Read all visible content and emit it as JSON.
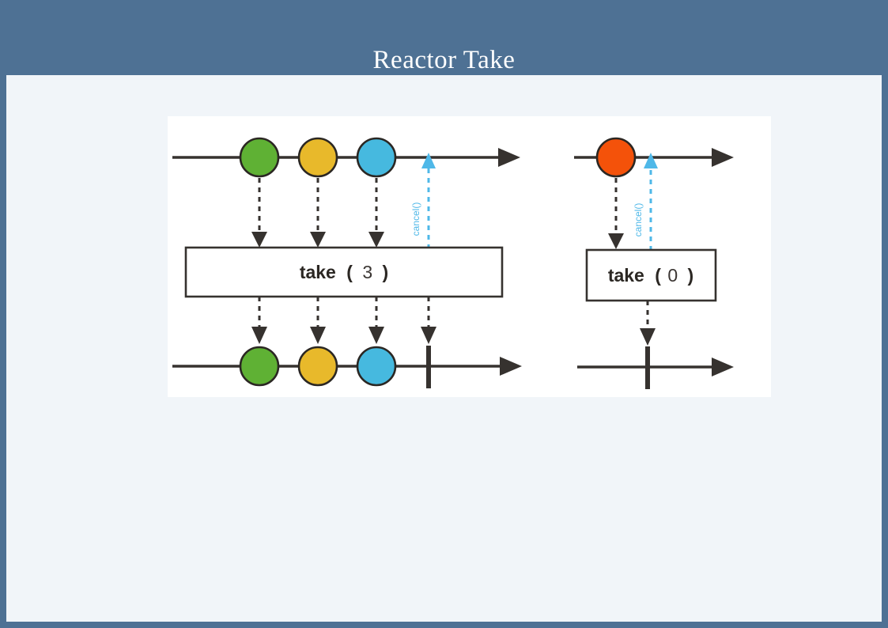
{
  "slide": {
    "title": "Reactor Take",
    "background_color": "#4e7194",
    "panel_color": "#f1f5f9",
    "canvas_color": "#ffffff"
  },
  "colors": {
    "green": "#5fb134",
    "yellow": "#e8b92b",
    "blue": "#46b9df",
    "orange": "#f4520a",
    "dark": "#36322f",
    "cancel": "#4fb8e8",
    "title_text": "#ffffff"
  },
  "diagrams": [
    {
      "id": "take-3",
      "operator": {
        "name": "take",
        "open_paren": "(",
        "argument": "3",
        "close_paren": ")"
      },
      "source_marbles": [
        {
          "label": "",
          "color_key": "green",
          "color": "#5fb134"
        },
        {
          "label": "",
          "color_key": "yellow",
          "color": "#e8b92b"
        },
        {
          "label": "",
          "color_key": "blue",
          "color": "#46b9df"
        }
      ],
      "result_marbles": [
        {
          "label": "",
          "color_key": "green",
          "color": "#5fb134"
        },
        {
          "label": "",
          "color_key": "yellow",
          "color": "#e8b92b"
        },
        {
          "label": "",
          "color_key": "blue",
          "color": "#46b9df"
        }
      ],
      "result_complete": true,
      "cancel_label": "cancel()"
    },
    {
      "id": "take-0",
      "operator": {
        "name": "take",
        "open_paren": "(",
        "argument": "0",
        "close_paren": ")"
      },
      "source_marbles": [
        {
          "label": "",
          "color_key": "orange",
          "color": "#f4520a"
        }
      ],
      "result_marbles": [],
      "result_complete": true,
      "cancel_label": "cancel()"
    }
  ]
}
